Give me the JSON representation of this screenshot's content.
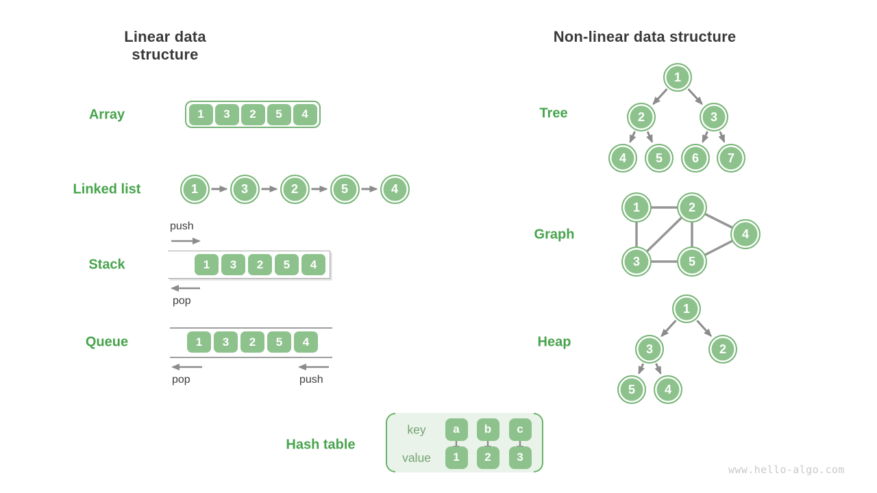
{
  "titles": {
    "linear": "Linear data structure",
    "nonlinear": "Non-linear data structure"
  },
  "linear": {
    "array": {
      "label": "Array",
      "values": [
        "1",
        "3",
        "2",
        "5",
        "4"
      ]
    },
    "linked_list": {
      "label": "Linked list",
      "values": [
        "1",
        "3",
        "2",
        "5",
        "4"
      ]
    },
    "stack": {
      "label": "Stack",
      "values": [
        "1",
        "3",
        "2",
        "5",
        "4"
      ],
      "push_label": "push",
      "pop_label": "pop"
    },
    "queue": {
      "label": "Queue",
      "values": [
        "1",
        "3",
        "2",
        "5",
        "4"
      ],
      "push_label": "push",
      "pop_label": "pop"
    },
    "hash_table": {
      "label": "Hash table",
      "key_label": "key",
      "value_label": "value",
      "keys": [
        "a",
        "b",
        "c"
      ],
      "values": [
        "1",
        "2",
        "3"
      ]
    }
  },
  "nonlinear": {
    "tree": {
      "label": "Tree",
      "nodes": [
        "1",
        "2",
        "3",
        "4",
        "5",
        "6",
        "7"
      ]
    },
    "graph": {
      "label": "Graph",
      "nodes": [
        "1",
        "2",
        "3",
        "4",
        "5"
      ]
    },
    "heap": {
      "label": "Heap",
      "nodes": [
        "1",
        "3",
        "2",
        "5",
        "4"
      ]
    }
  },
  "watermark": "www.hello-algo.com",
  "colors": {
    "node_green": "#8dc28d",
    "label_green": "#47a34c",
    "title_gray": "#3a3a3a",
    "arrow_gray": "#8b8b8b",
    "hash_bg": "#eaf3e9"
  }
}
